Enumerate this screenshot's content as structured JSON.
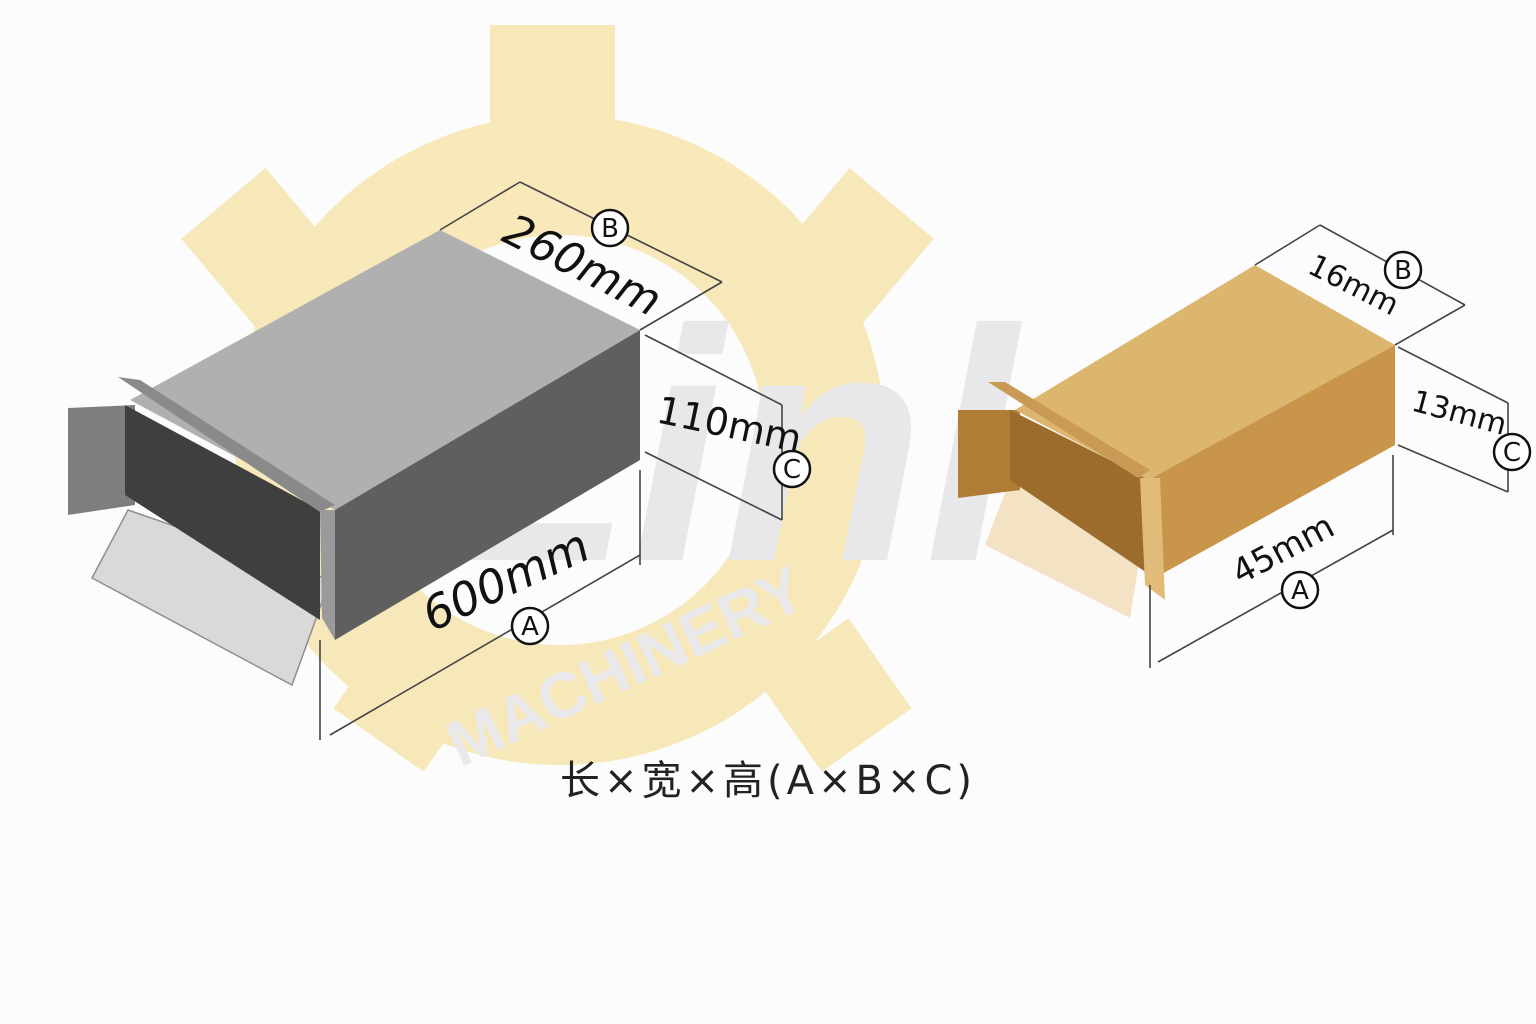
{
  "watermark": {
    "logo_text": "Linl",
    "tagline": "MACHINERY",
    "gear_color": "#f7e6b3",
    "text_color": "#e6e6ea"
  },
  "large_box": {
    "color_top": "#b0b0b0",
    "color_front": "#5f5f5f",
    "color_flap": "#d9d9d9",
    "dimensions": {
      "length": {
        "label": "600mm",
        "marker": "A"
      },
      "width": {
        "label": "260mm",
        "marker": "B"
      },
      "height": {
        "label": "110mm",
        "marker": "C"
      }
    }
  },
  "small_box": {
    "color_top": "#dcb56f",
    "color_front": "#c8954a",
    "color_flap": "#f3e2c4",
    "dimensions": {
      "length": {
        "label": "45mm",
        "marker": "A"
      },
      "width": {
        "label": "16mm",
        "marker": "B"
      },
      "height": {
        "label": "13mm",
        "marker": "C"
      }
    }
  },
  "caption": "长×宽×高(A×B×C)"
}
